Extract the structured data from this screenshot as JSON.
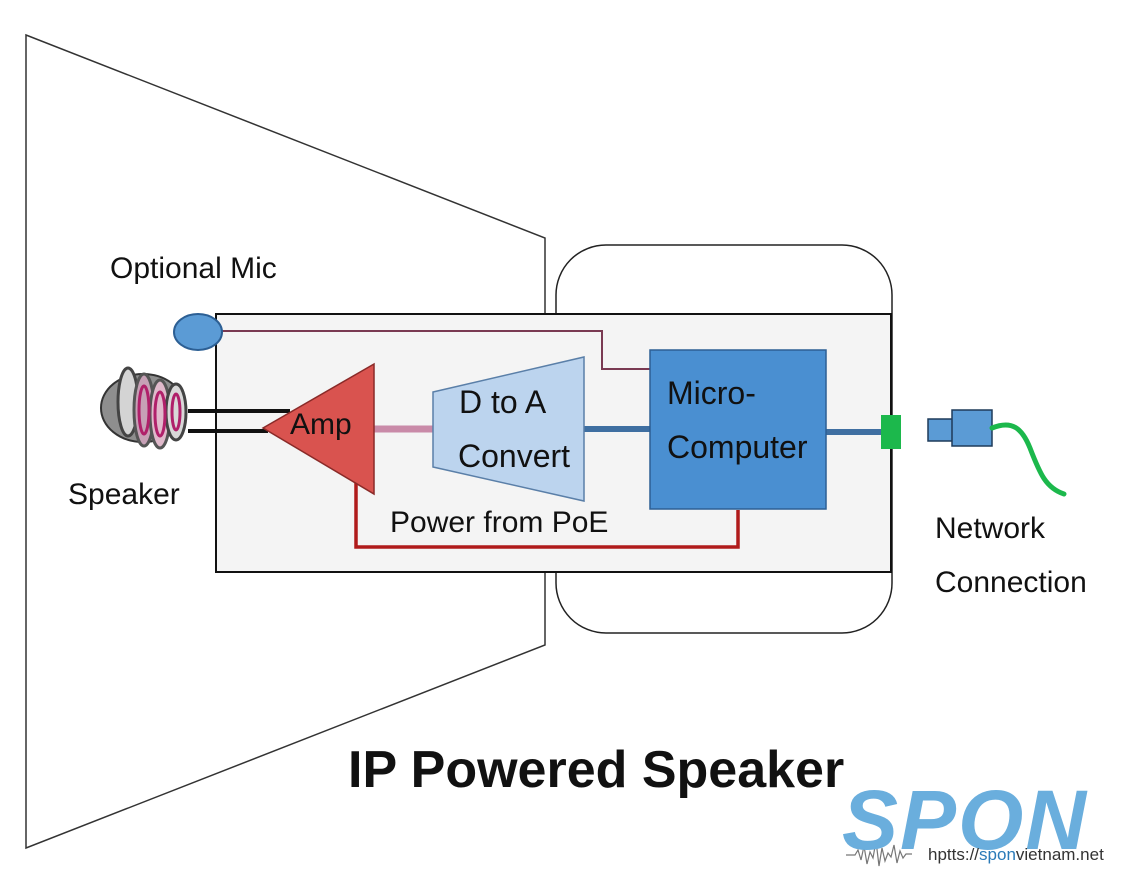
{
  "labels": {
    "optional_mic": "Optional Mic",
    "speaker": "Speaker",
    "amp": "Amp",
    "dac_line1": "D to A",
    "dac_line2": "Convert",
    "micro_line1": "Micro-",
    "micro_line2": "Computer",
    "power": "Power from PoE",
    "network_line1": "Network",
    "network_line2": "Connection"
  },
  "title": "IP Powered Speaker",
  "watermark": {
    "brand": "SPON",
    "url_prefix": "hptts://",
    "url_highlight": "spon",
    "url_suffix": "vietnam.net"
  },
  "colors": {
    "amp_fill": "#d9534f",
    "dac_fill": "#bcd4ee",
    "micro_fill": "#4a8fd1",
    "board_fill": "#f4f4f4",
    "mic_fill": "#5b9bd5",
    "power_line": "#b01b1b",
    "mic_line": "#7a3a52",
    "amp_link": "#c98aa8",
    "data_link": "#3f6fa1",
    "network_port": "#1cb84c",
    "cable": "#1cb84c",
    "brand": "#6aaedd"
  }
}
